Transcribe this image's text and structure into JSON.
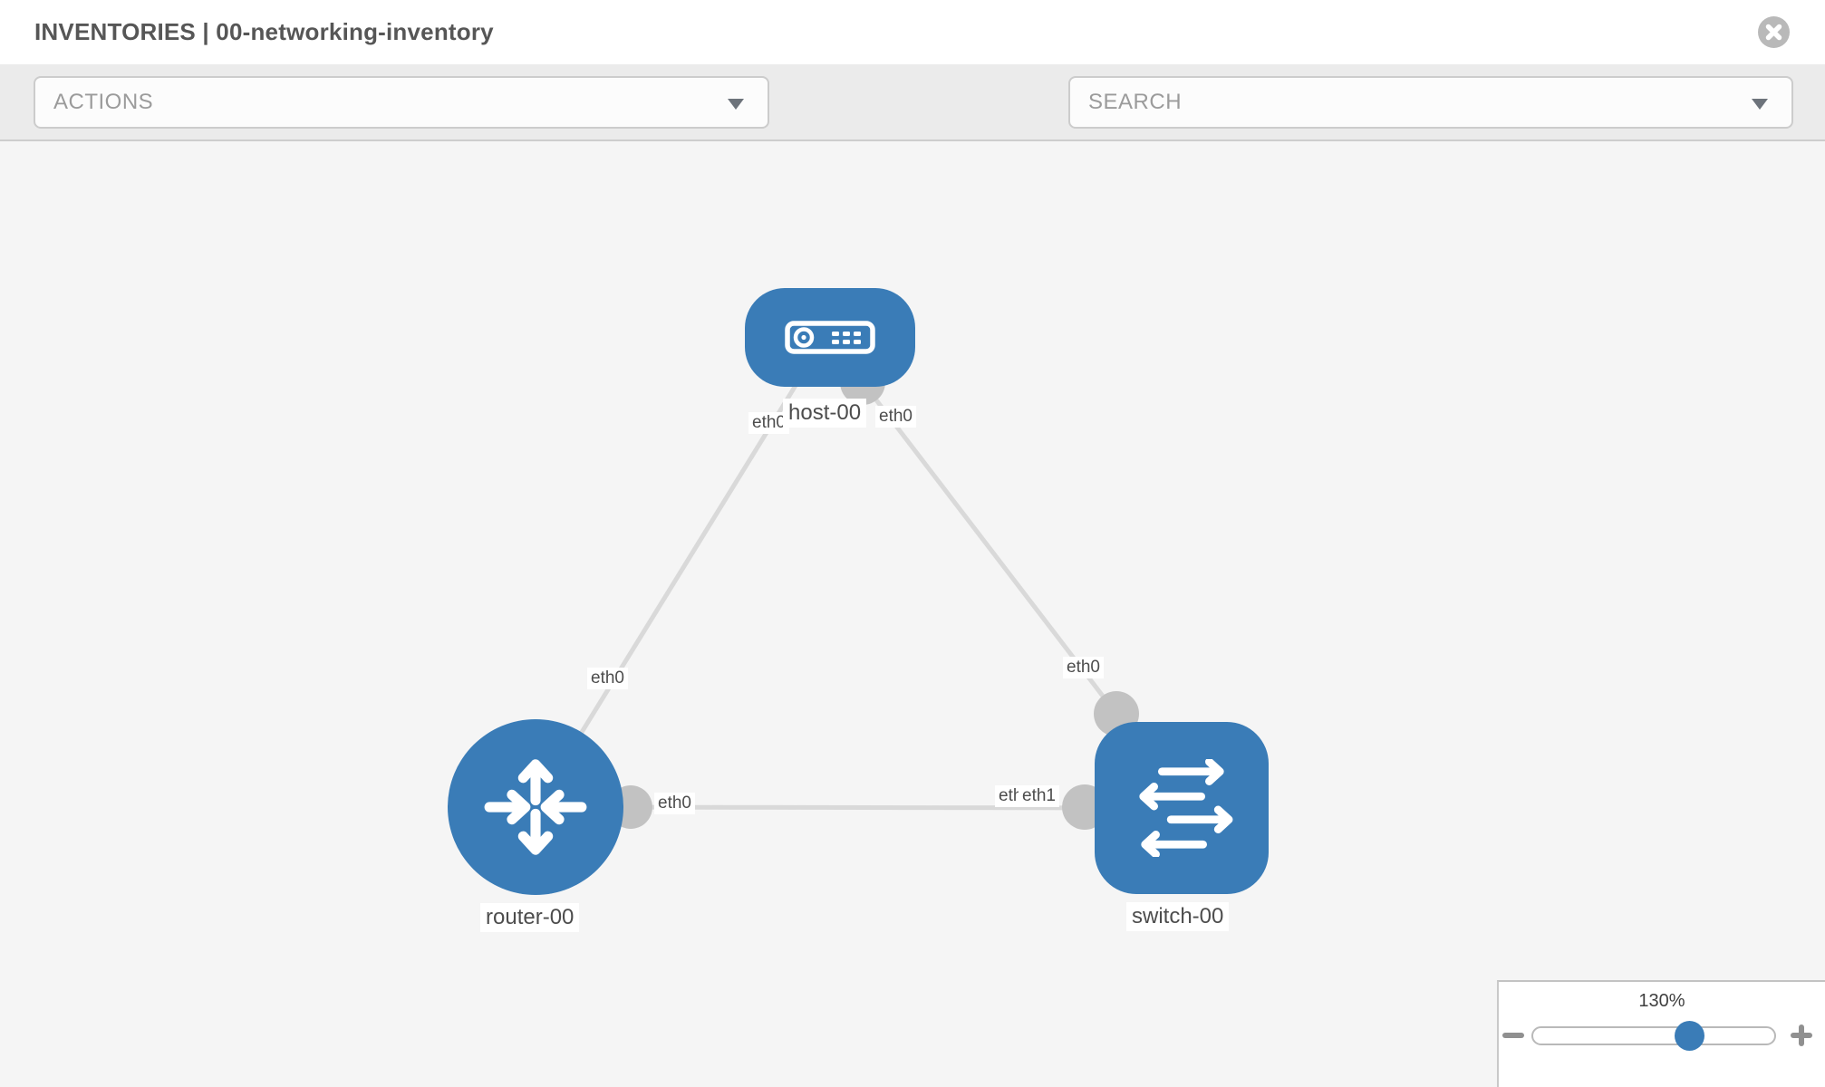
{
  "header": {
    "title": "INVENTORIES | 00-networking-inventory"
  },
  "toolbar": {
    "actions_label": "ACTIONS",
    "search_label": "SEARCH"
  },
  "topology": {
    "nodes": [
      {
        "id": "host-00",
        "label": "host-00",
        "type": "host"
      },
      {
        "id": "router-00",
        "label": "router-00",
        "type": "router"
      },
      {
        "id": "switch-00",
        "label": "switch-00",
        "type": "switch"
      }
    ],
    "links": [
      {
        "from": "host-00",
        "to": "router-00",
        "from_interface": "eth0",
        "to_interface": "eth0"
      },
      {
        "from": "host-00",
        "to": "switch-00",
        "from_interface": "eth0",
        "to_interface": "eth0"
      },
      {
        "from": "router-00",
        "to": "switch-00",
        "from_interface": "eth0",
        "to_interface": "eth1"
      }
    ],
    "iface_labels": [
      {
        "text": "eth0"
      },
      {
        "text": "eth0"
      },
      {
        "text": "eth0"
      },
      {
        "text": "eth0"
      },
      {
        "text": "eth0"
      },
      {
        "text": "eth0"
      },
      {
        "text": "eth1"
      }
    ]
  },
  "zoom_control": {
    "level": "130%"
  },
  "colors": {
    "node_blue": "#3a7cb7",
    "link_gray": "#d9d9d9",
    "connector_gray": "#c2c2c2",
    "canvas_bg": "#f5f5f5",
    "toolbar_bg": "#ebebeb"
  }
}
